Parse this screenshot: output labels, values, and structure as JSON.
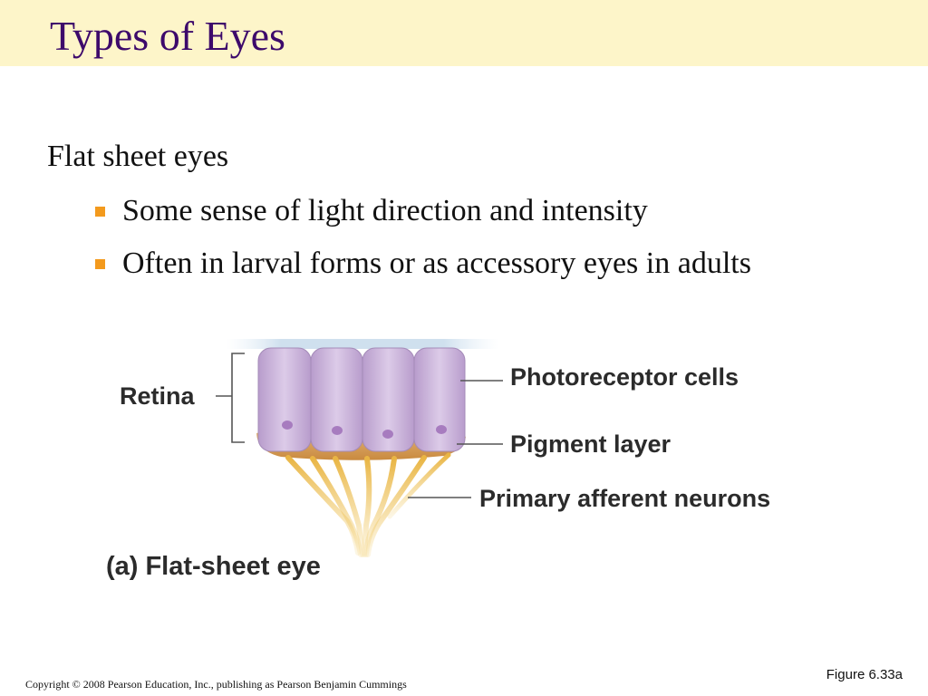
{
  "slide": {
    "title": "Types of Eyes",
    "heading": "Flat sheet eyes",
    "bullets": [
      "Some sense of light direction and intensity",
      "Often in larval forms or as accessory eyes in adults"
    ]
  },
  "figure": {
    "labels": {
      "retina": "Retina",
      "photoreceptor": "Photoreceptor cells",
      "pigment": "Pigment layer",
      "afferent": "Primary afferent neurons"
    },
    "caption_prefix": "(a)",
    "caption": "Flat-sheet eye",
    "reference": "Figure 6.33a",
    "colors": {
      "cells": "#c8b1d8",
      "pigment": "#d9a35a",
      "neurons": "#e8b84a",
      "nucleus": "#a77cbf"
    }
  },
  "footer": {
    "copyright": "Copyright © 2008 Pearson Education, Inc., publishing as Pearson Benjamin Cummings"
  }
}
